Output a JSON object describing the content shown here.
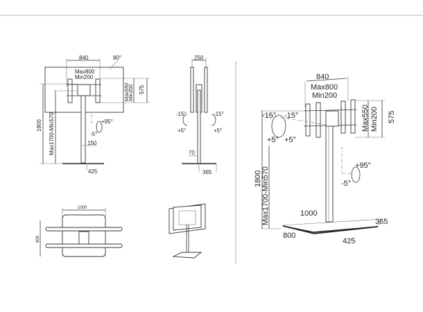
{
  "front_view": {
    "width": "840",
    "angle": "80°",
    "vesa_h_max": "Max800",
    "vesa_h_min": "Min200",
    "vesa_v_max": "Max550",
    "vesa_v_min": "Min200",
    "height_575": "575",
    "height_total": "1800",
    "height_range": "Max1700-Min570",
    "tilt_up": "+95°",
    "tilt_down": "-5°",
    "pole_offset": "150",
    "base_width": "425"
  },
  "side_view": {
    "depth_top": "250",
    "tilt_left_up": "-15°",
    "tilt_right_up": "-15°",
    "tilt_left_down": "+5°",
    "tilt_right_down": "+5°",
    "pole": "70",
    "base_depth": "365"
  },
  "top_view": {
    "width": "1000",
    "depth": "800"
  },
  "iso_view": {
    "width": "840",
    "vesa_h_max": "Max800",
    "vesa_h_min": "Min200",
    "vesa_v_max": "Max550",
    "vesa_v_min": "Min200",
    "height_575": "575",
    "swivel_left_up": "-15°",
    "swivel_right_up": "-15°",
    "swivel_left_down": "+5°",
    "swivel_right_down": "+5°",
    "tilt_up": "+95°",
    "tilt_down": "-5°",
    "height_total": "1800",
    "height_range": "Max1700-Min570",
    "base_width": "1000",
    "base_depth_right": "365",
    "base_depth_left": "800",
    "base_front": "425"
  }
}
